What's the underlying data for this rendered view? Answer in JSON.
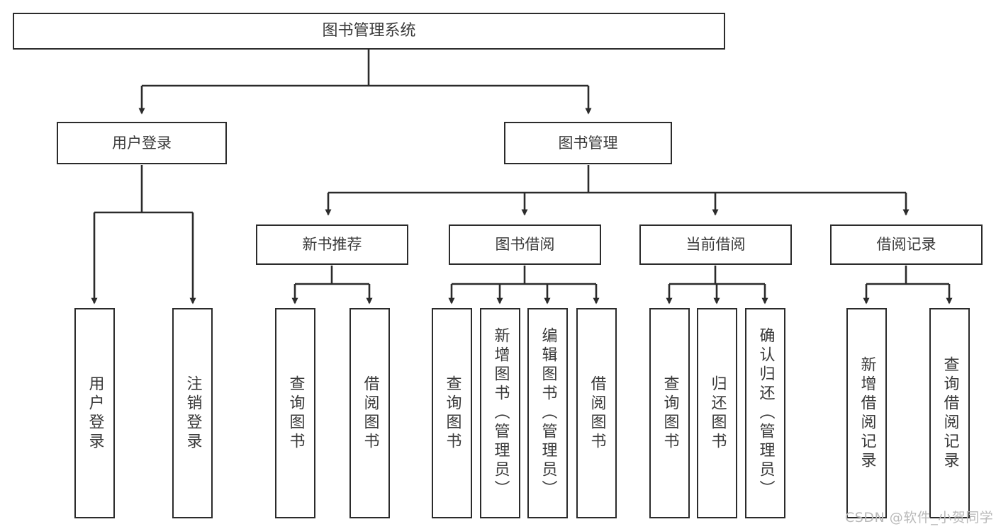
{
  "diagram": {
    "title": "图书管理系统",
    "type": "tree-hierarchy",
    "root": {
      "label": "图书管理系统"
    },
    "level1": [
      {
        "label": "用户登录"
      },
      {
        "label": "图书管理"
      }
    ],
    "level2": [
      {
        "label": "新书推荐"
      },
      {
        "label": "图书借阅"
      },
      {
        "label": "当前借阅"
      },
      {
        "label": "借阅记录"
      }
    ],
    "leaves": [
      {
        "label": "用户登录",
        "parent": "用户登录"
      },
      {
        "label": "注销登录",
        "parent": "用户登录"
      },
      {
        "label": "查询图书",
        "parent": "新书推荐"
      },
      {
        "label": "借阅图书",
        "parent": "新书推荐"
      },
      {
        "label": "查询图书",
        "parent": "图书借阅"
      },
      {
        "label": "新增图书（管理员）",
        "parent": "图书借阅"
      },
      {
        "label": "编辑图书（管理员）",
        "parent": "图书借阅"
      },
      {
        "label": "借阅图书",
        "parent": "图书借阅"
      },
      {
        "label": "查询图书",
        "parent": "当前借阅"
      },
      {
        "label": "归还图书",
        "parent": "当前借阅"
      },
      {
        "label": "确认归还（管理员）",
        "parent": "当前借阅"
      },
      {
        "label": "新增借阅记录",
        "parent": "借阅记录"
      },
      {
        "label": "查询借阅记录",
        "parent": "借阅记录"
      }
    ]
  },
  "watermark": {
    "text": "CSDN @软件_小贺同学"
  },
  "colors": {
    "stroke": "#2b2b2b",
    "text": "#3a3a3a",
    "background": "#ffffff",
    "watermark": "#b9b9b9"
  }
}
